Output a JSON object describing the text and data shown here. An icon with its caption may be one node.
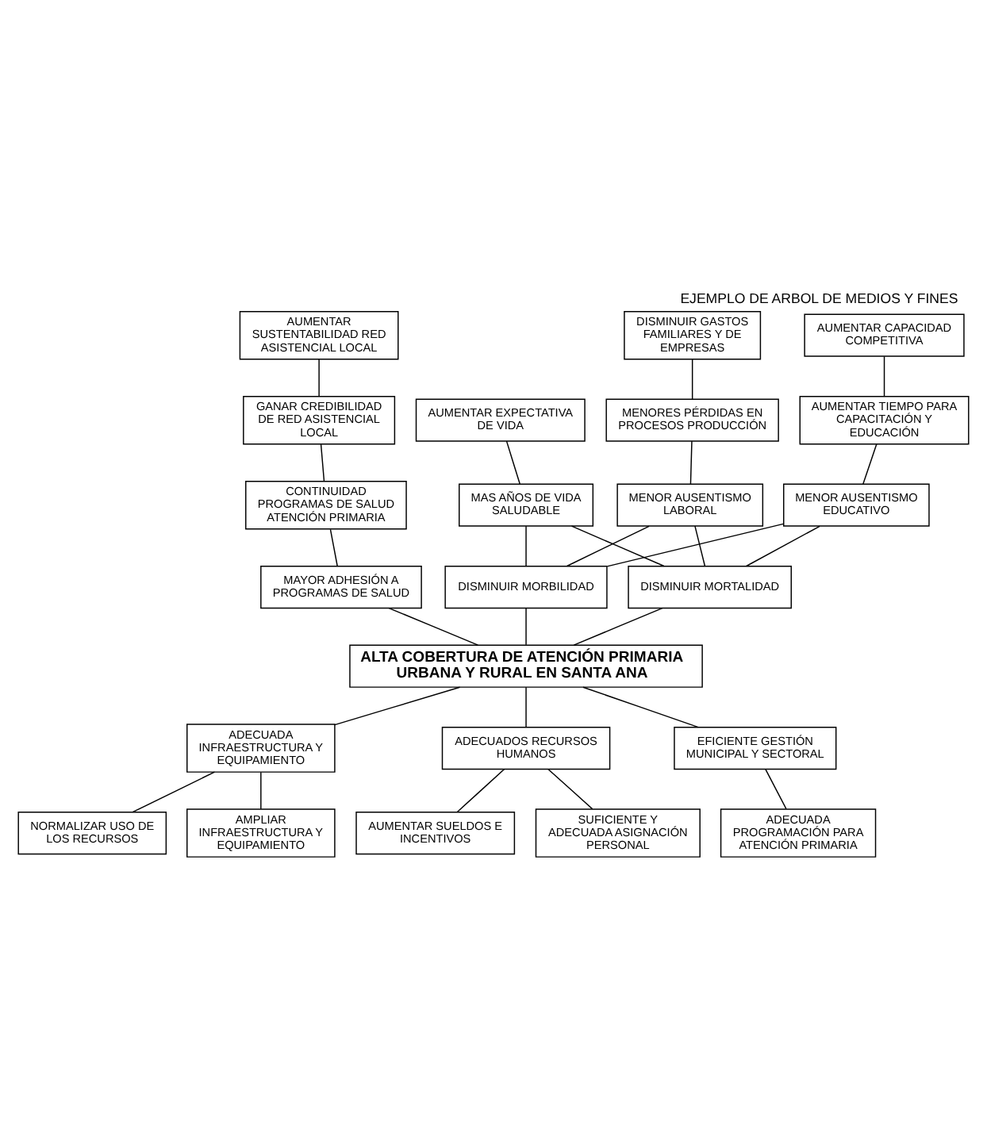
{
  "diagram": {
    "title": "EJEMPLO DE ARBOL DE MEDIOS Y FINES",
    "nodes": [
      {
        "text": [
          "AUMENTAR SUSTENTABILIDAD RED ASISTENCIAL LOCAL"
        ]
      },
      {
        "text": [
          "DISMINUIR GASTOS FAMILIARES Y DE EMPRESAS"
        ]
      },
      {
        "text": [
          "AUMENTAR CAPACIDAD COMPETITIVA"
        ]
      },
      {
        "text": [
          "GANAR CREDIBILIDAD DE RED ASISTENCIAL LOCAL"
        ]
      },
      {
        "text": [
          "AUMENTAR EXPECTATIVA DE VIDA"
        ]
      },
      {
        "text": [
          "MENORES PÉRDIDAS EN PROCESOS PRODUCCIÓN"
        ]
      },
      {
        "text": [
          "AUMENTAR TIEMPO PARA CAPACITACIÓN Y EDUCACIÓN"
        ]
      },
      {
        "text": [
          "CONTINUIDAD PROGRAMAS DE SALUD ATENCIÓN PRIMARIA"
        ]
      },
      {
        "text": [
          "MAS AÑOS DE VIDA SALUDABLE"
        ]
      },
      {
        "text": [
          "MENOR AUSENTISMO LABORAL"
        ]
      },
      {
        "text": [
          "MENOR AUSENTISMO EDUCATIVO"
        ]
      },
      {
        "text": [
          "DISMINUIR MORTALIDAD"
        ]
      },
      {
        "text": [
          "DISMINUIR MORBILIDAD"
        ]
      },
      {
        "text": [
          "MAYOR ADHESIÓN A PROGRAMAS DE SALUD"
        ]
      },
      {
        "text": [
          "ALTA COBERTURA DE ATENCIÓN PRIMARIA URBANA Y RURAL EN SANTA ANA"
        ]
      },
      {
        "text": [
          "ADECUADA INFRAESTRUCTURA Y EQUIPAMIENTO"
        ]
      },
      {
        "text": [
          "ADECUADOS RECURSOS HUMANOS"
        ]
      },
      {
        "text": [
          "EFICIENTE GESTIÓN MUNICIPAL Y SECTORAL"
        ]
      },
      {
        "text": [
          "AMPLIAR INFRAESTRUCTURA Y EQUIPAMIENTO"
        ]
      },
      {
        "text": [
          "NORMALIZAR USO DE LOS RECURSOS"
        ]
      },
      {
        "text": [
          "SUFICIENTE Y ADECUADA ASIGNACIÓN PERSONAL"
        ]
      },
      {
        "text": [
          "AUMENTAR SUELDOS E INCENTIVOS"
        ]
      },
      {
        "text": [
          "ADECUADA PROGRAMACIÓN PARA ATENCIÓN PRIMARIA"
        ]
      }
    ],
    "edges": [
      {
        "from": 3,
        "to": 0,
        "arrow": "none"
      },
      {
        "from": 5,
        "to": 1,
        "arrow": "none"
      },
      {
        "from": 6,
        "to": 2,
        "arrow": "none"
      },
      {
        "from": 7,
        "to": 3,
        "arrow": "none"
      },
      {
        "from": 8,
        "to": 4,
        "arrow": "none"
      },
      {
        "from": 9,
        "to": 5,
        "arrow": "none"
      },
      {
        "from": 10,
        "to": 6,
        "arrow": "none"
      },
      {
        "from": 13,
        "to": 7,
        "arrow": "none"
      },
      {
        "from": 11,
        "to": 8,
        "arrow": "none"
      },
      {
        "from": 11,
        "to": 9,
        "arrow": "none"
      },
      {
        "from": 11,
        "to": 10,
        "arrow": "none"
      },
      {
        "from": 12,
        "to": 8,
        "arrow": "none"
      },
      {
        "from": 12,
        "to": 9,
        "arrow": "none"
      },
      {
        "from": 12,
        "to": 10,
        "arrow": "none"
      },
      {
        "from": 14,
        "to": 11,
        "arrow": "none"
      },
      {
        "from": 14,
        "to": 12,
        "arrow": "none"
      },
      {
        "from": 14,
        "to": 13,
        "arrow": "none"
      },
      {
        "from": 15,
        "to": 14,
        "arrow": "none"
      },
      {
        "from": 16,
        "to": 14,
        "arrow": "none"
      },
      {
        "from": 17,
        "to": 14,
        "arrow": "none"
      },
      {
        "from": 18,
        "to": 15,
        "arrow": "none"
      },
      {
        "from": 19,
        "to": 15,
        "arrow": "none"
      },
      {
        "from": 20,
        "to": 16,
        "arrow": "none"
      },
      {
        "from": 21,
        "to": 16,
        "arrow": "none"
      },
      {
        "from": 22,
        "to": 17,
        "arrow": "none"
      }
    ]
  }
}
